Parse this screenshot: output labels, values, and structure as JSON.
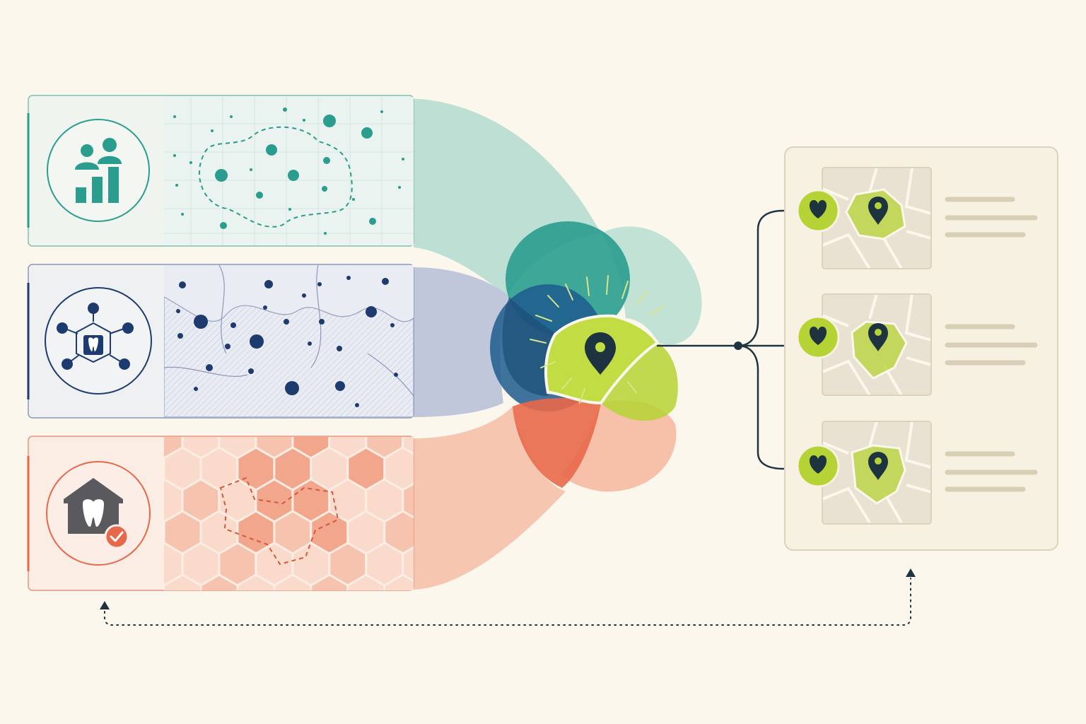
{
  "colors": {
    "background": "#FBF7EC",
    "teal": "#2A9D8F",
    "teal_light": "#A9D8CC",
    "navy": "#1D3B6E",
    "navy_light": "#B9C1D9",
    "coral": "#E8684A",
    "coral_light": "#F6B9A2",
    "lime": "#B5D334",
    "lime_light": "#D6E58A",
    "dark": "#1E3340",
    "beige": "#E9E2D2",
    "beige_border": "#DCD3BD",
    "grey": "#5A5A5E"
  },
  "layers": [
    {
      "id": "demographics",
      "color_key": "teal",
      "icon": "people-bar-chart-icon",
      "map": "point-cluster-map"
    },
    {
      "id": "network",
      "color_key": "navy",
      "icon": "network-dental-hub-icon",
      "map": "network-points-map"
    },
    {
      "id": "clinics",
      "color_key": "coral",
      "icon": "dental-clinic-check-icon",
      "map": "hexagon-grid-map"
    }
  ],
  "center": {
    "icon": "location-pin-icon",
    "color_key": "lime"
  },
  "results": [
    {
      "icon": "heart-icon",
      "map_pin": "location-pin-icon"
    },
    {
      "icon": "heart-icon",
      "map_pin": "location-pin-icon"
    },
    {
      "icon": "heart-icon",
      "map_pin": "location-pin-icon"
    }
  ],
  "feedback": {
    "style": "dotted",
    "direction": "results-to-layers"
  }
}
